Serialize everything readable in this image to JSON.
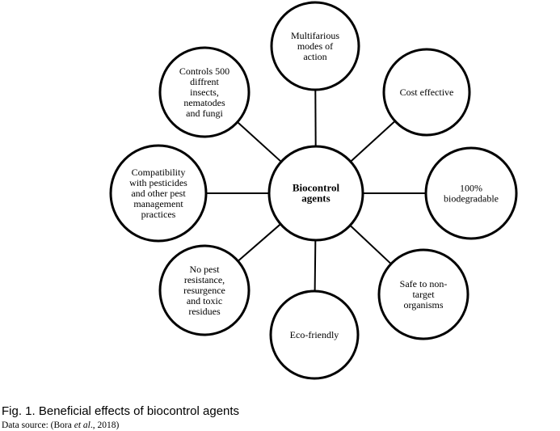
{
  "diagram": {
    "center": {
      "id": "center",
      "lines": [
        "Biocontrol",
        "agents"
      ]
    },
    "nodes": [
      {
        "id": "multifarious",
        "lines": [
          "Multifarious",
          "modes of",
          "action"
        ]
      },
      {
        "id": "cost",
        "lines": [
          "Cost effective"
        ]
      },
      {
        "id": "biodegradable",
        "lines": [
          "100%",
          "biodegradable"
        ]
      },
      {
        "id": "safe",
        "lines": [
          "Safe to non-",
          "target",
          "organisms"
        ]
      },
      {
        "id": "eco",
        "lines": [
          "Eco-friendly"
        ]
      },
      {
        "id": "resistance",
        "lines": [
          "No pest",
          "resistance,",
          "resurgence",
          "and toxic",
          "residues"
        ]
      },
      {
        "id": "compatibility",
        "lines": [
          "Compatibility",
          "with pesticides",
          "and other pest",
          "management",
          "practices"
        ]
      },
      {
        "id": "controls",
        "lines": [
          "Controls 500",
          "diffrent",
          "insects,",
          "nematodes",
          "and fungi"
        ]
      }
    ]
  },
  "caption": {
    "title": "Fig. 1. Beneficial effects of biocontrol agents",
    "source_prefix": "Data source: (Bora ",
    "source_italic": "et al",
    "source_suffix": "., 2018)"
  }
}
